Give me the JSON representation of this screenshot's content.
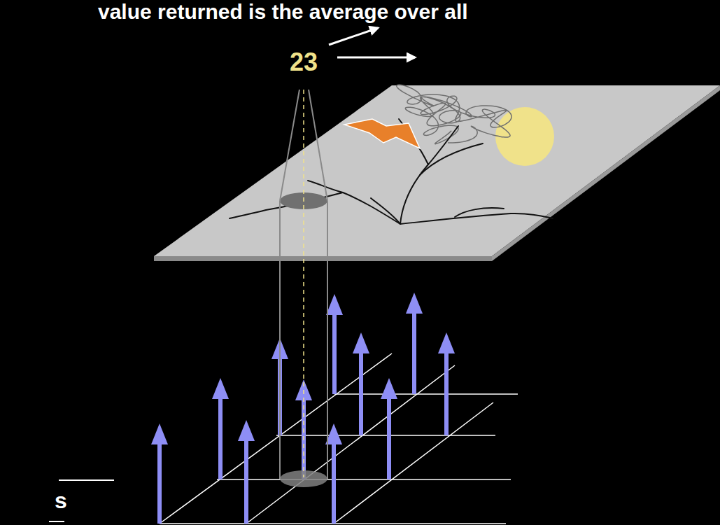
{
  "diagram": {
    "labels": [
      "value returned is the average over all",
      "23",
      "s"
    ]
  }
}
